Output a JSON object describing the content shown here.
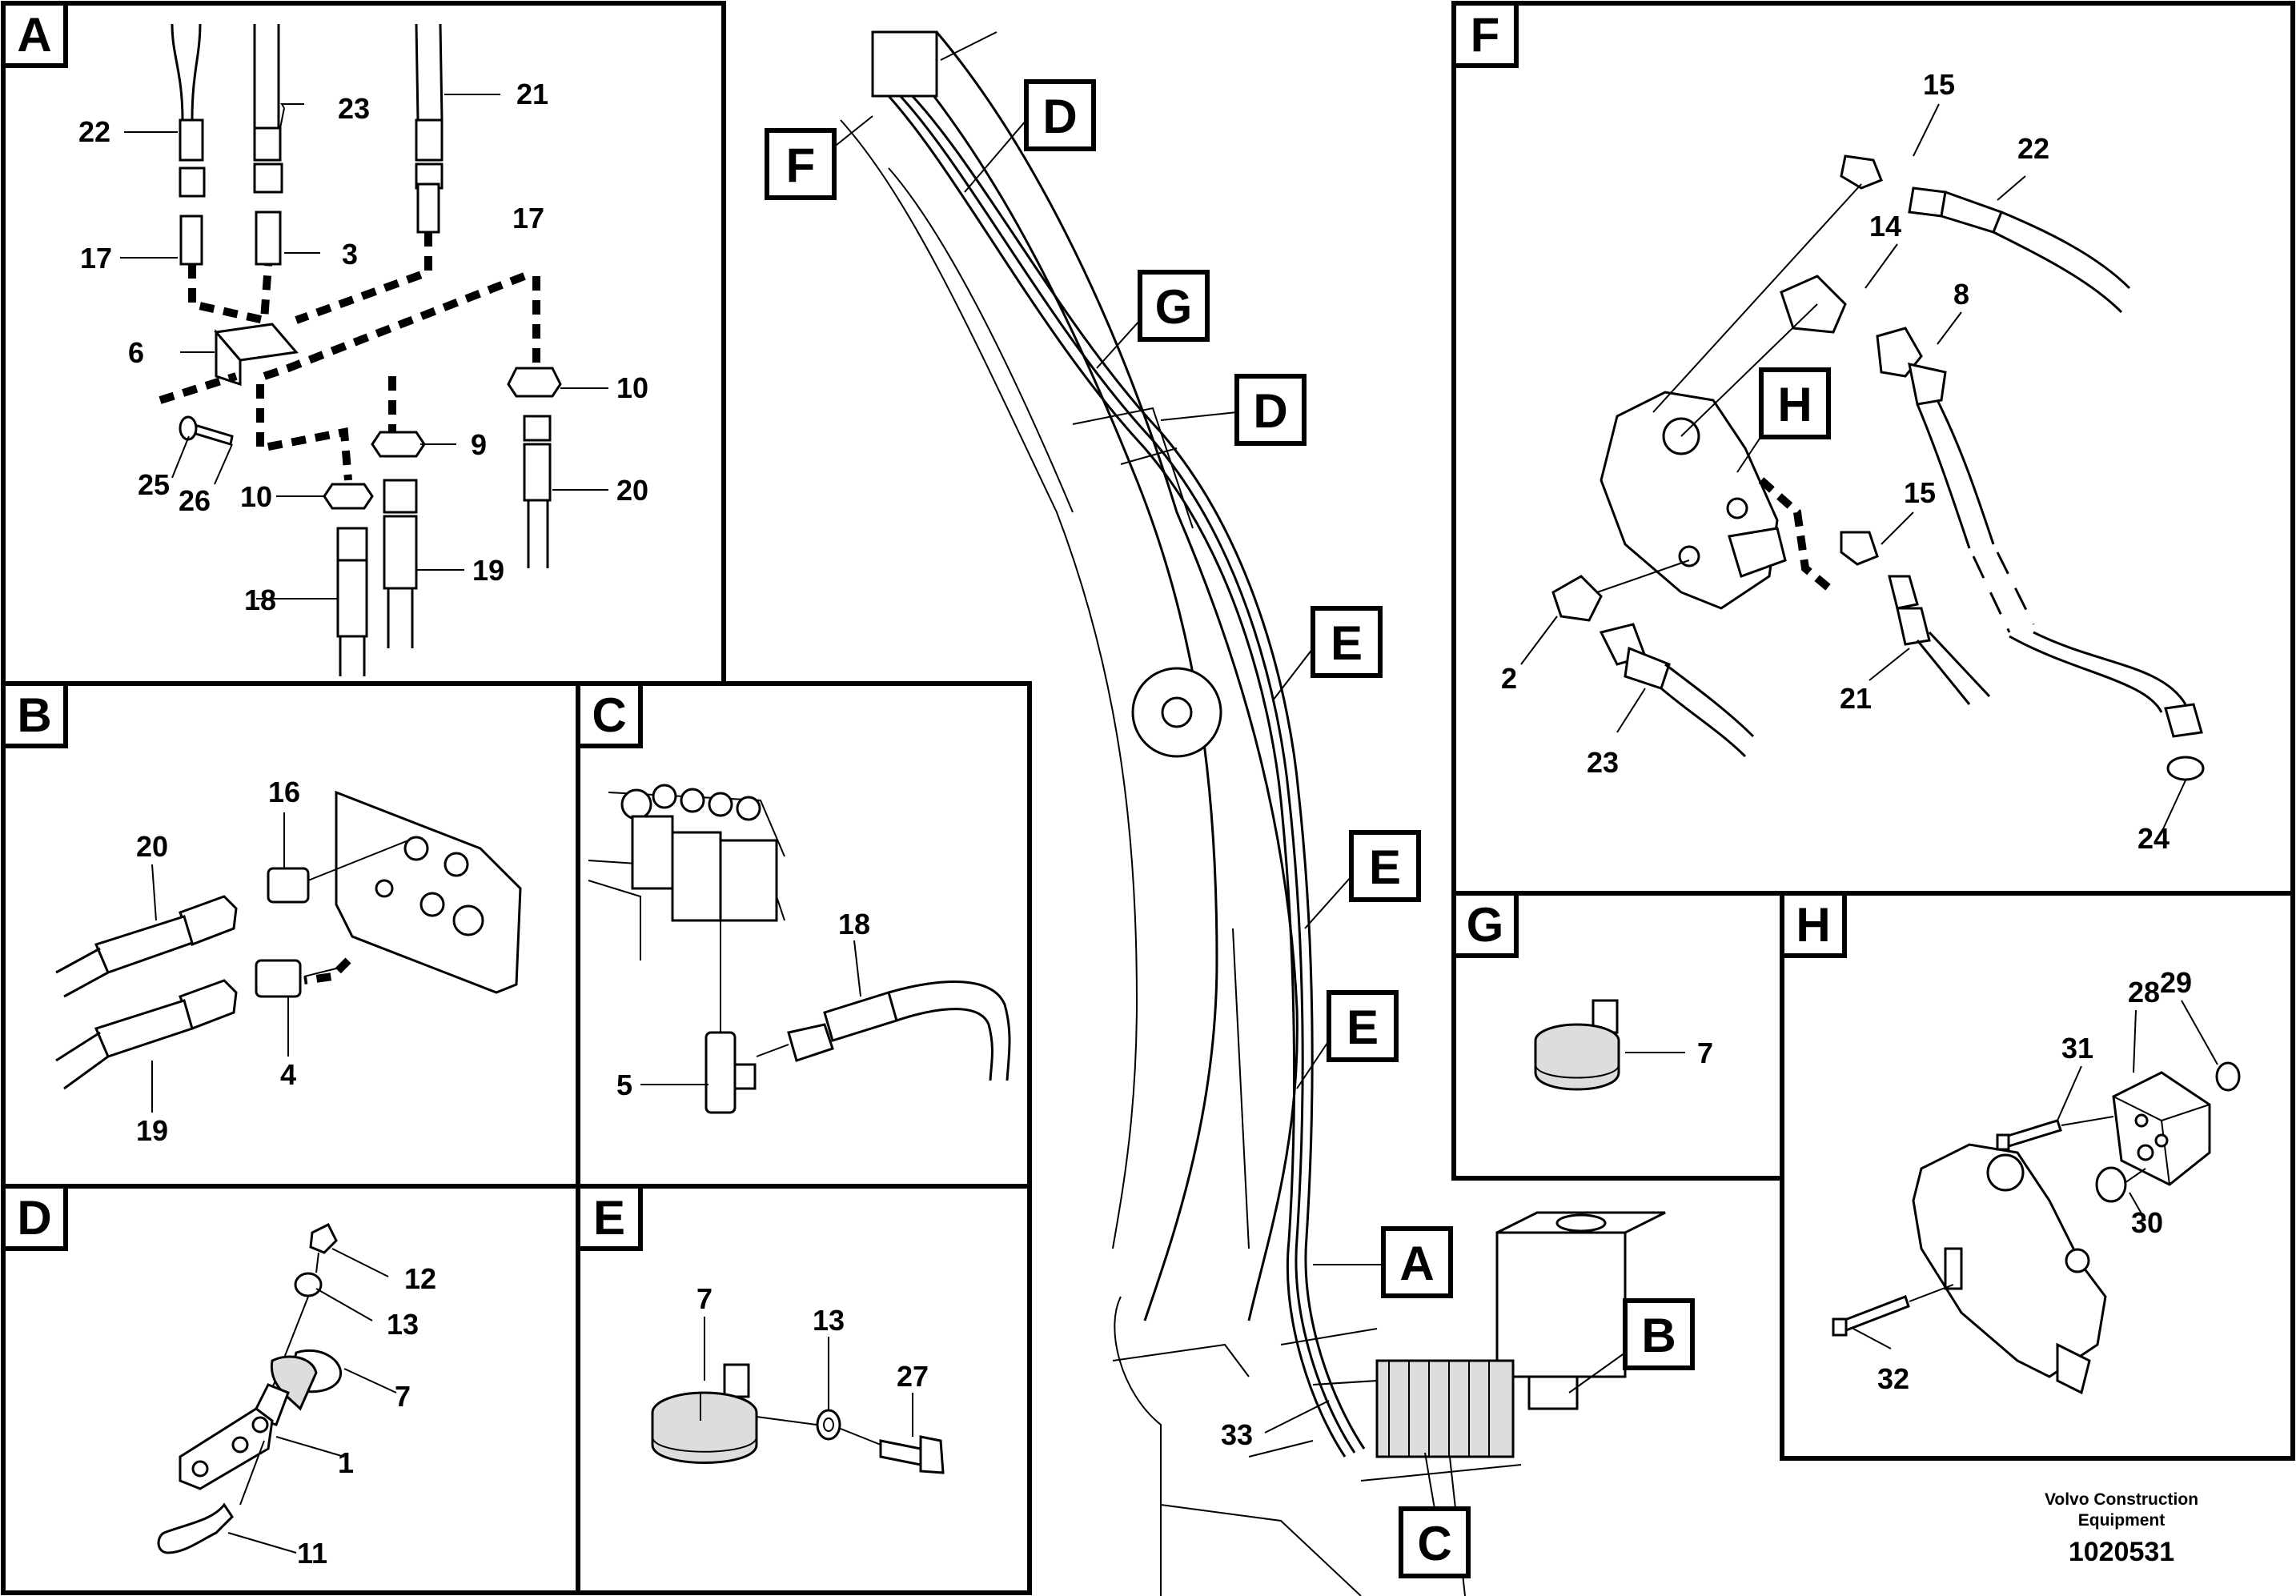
{
  "panels": {
    "A": {
      "label": "A",
      "callouts": [
        "22",
        "23",
        "21",
        "17",
        "3",
        "17",
        "6",
        "10",
        "9",
        "25",
        "26",
        "10",
        "20",
        "18",
        "19"
      ]
    },
    "B": {
      "label": "B",
      "callouts": [
        "16",
        "20",
        "4",
        "19"
      ]
    },
    "C": {
      "label": "C",
      "callouts": [
        "18",
        "5"
      ]
    },
    "D": {
      "label": "D",
      "callouts": [
        "12",
        "13",
        "7",
        "1",
        "11"
      ]
    },
    "E": {
      "label": "E",
      "callouts": [
        "7",
        "13",
        "27"
      ]
    },
    "F": {
      "label": "F",
      "callouts": [
        "15",
        "22",
        "14",
        "8",
        "15",
        "2",
        "21",
        "23",
        "24"
      ],
      "detail_tag": "H"
    },
    "G": {
      "label": "G",
      "callouts": [
        "7"
      ]
    },
    "H": {
      "label": "H",
      "callouts": [
        "28",
        "29",
        "31",
        "30",
        "32"
      ]
    }
  },
  "main_view": {
    "tags": [
      "F",
      "D",
      "G",
      "D",
      "E",
      "E",
      "E",
      "A",
      "B",
      "C"
    ],
    "callouts": [
      "33"
    ]
  },
  "caption": {
    "brand_line1": "Volvo Construction",
    "brand_line2": "Equipment",
    "drawing_number": "1020531"
  }
}
